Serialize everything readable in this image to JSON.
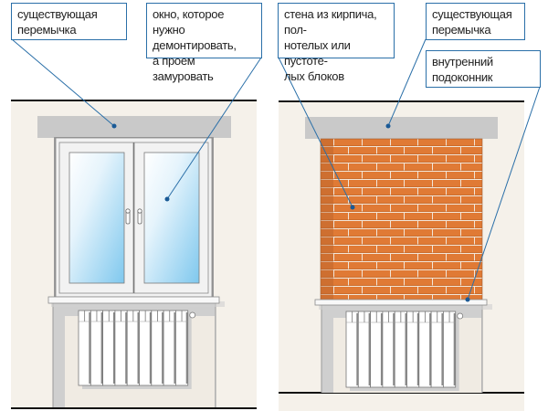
{
  "colors": {
    "wall": "#f5f1ea",
    "lintel": "#c9c9c9",
    "leader": "#2a6fa8",
    "brick": "#e07a35",
    "brick_dark": "#c4662a",
    "mortar": "#f3e6d8",
    "glass_light": "#ffffff",
    "glass_blue": "#7fc8ee",
    "frame": "#f2f2f2",
    "frame_stroke": "#7a7a7a",
    "floor_line": "#111111"
  },
  "left_panel": {
    "labels": [
      {
        "id": "existing-lintel",
        "text": "существующая\nперемычка"
      },
      {
        "id": "window-to-remove",
        "text": "окно, которое нужно\nдемонтировать,\nа проем замуровать"
      }
    ],
    "radiator_sections": 9
  },
  "right_panel": {
    "labels": [
      {
        "id": "brick-wall",
        "text": "стена из кирпича, пол-\nнотелых или пустоте-\nлых блоков"
      },
      {
        "id": "existing-lintel",
        "text": "существующая\nперемычка"
      },
      {
        "id": "inner-sill",
        "text": "внутренний\nподоконник"
      }
    ],
    "radiator_sections": 9
  }
}
